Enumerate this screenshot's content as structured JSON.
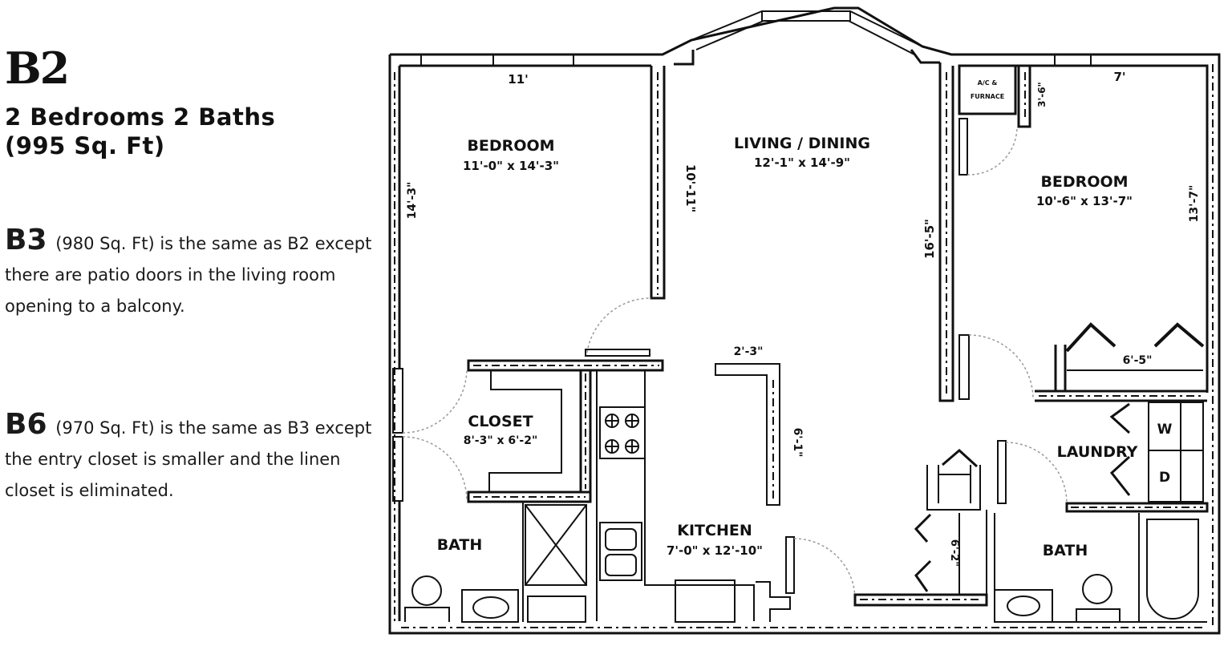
{
  "description": {
    "unit_code": "B2",
    "subtitle_line1": "2 Bedrooms 2 Baths",
    "subtitle_line2": "(995 Sq. Ft)",
    "variants": [
      {
        "code": "B3",
        "text": "(980 Sq. Ft) is the same as B2 except there are patio doors in the living room opening to a balcony."
      },
      {
        "code": "B6",
        "text": "(970 Sq. Ft) is the same as B3 except the entry closet is smaller and the linen closet is eliminated."
      }
    ]
  },
  "floor_plan": {
    "rooms": [
      {
        "name": "BEDROOM",
        "size": "11'-0\" x 14'-3\""
      },
      {
        "name": "LIVING / DINING",
        "size": "12'-1\" x 14'-9\""
      },
      {
        "name": "BEDROOM",
        "size": "10'-6\" x 13'-7\""
      },
      {
        "name": "CLOSET",
        "size": "8'-3\" x 6'-2\""
      },
      {
        "name": "KITCHEN",
        "size": "7'-0\" x 12'-10\""
      },
      {
        "name": "BATH"
      },
      {
        "name": "BATH"
      },
      {
        "name": "LAUNDRY"
      },
      {
        "name": "A/C &",
        "name2": "FURNACE"
      }
    ],
    "appliances": {
      "washer": "W",
      "dryer": "D"
    },
    "dimensions": {
      "bedroom1_top": "11'",
      "bedroom1_side": "14'-3\"",
      "living_left": "10'-11\"",
      "living_right": "16'-5\"",
      "bedroom2_top": "7'",
      "furnace_side": "3'-6\"",
      "bedroom2_side": "13'-7\"",
      "closet2_width": "6'-5\"",
      "counter_top": "2'-3\"",
      "counter_side": "6'-1\"",
      "linen_side": "6'-2\""
    }
  }
}
